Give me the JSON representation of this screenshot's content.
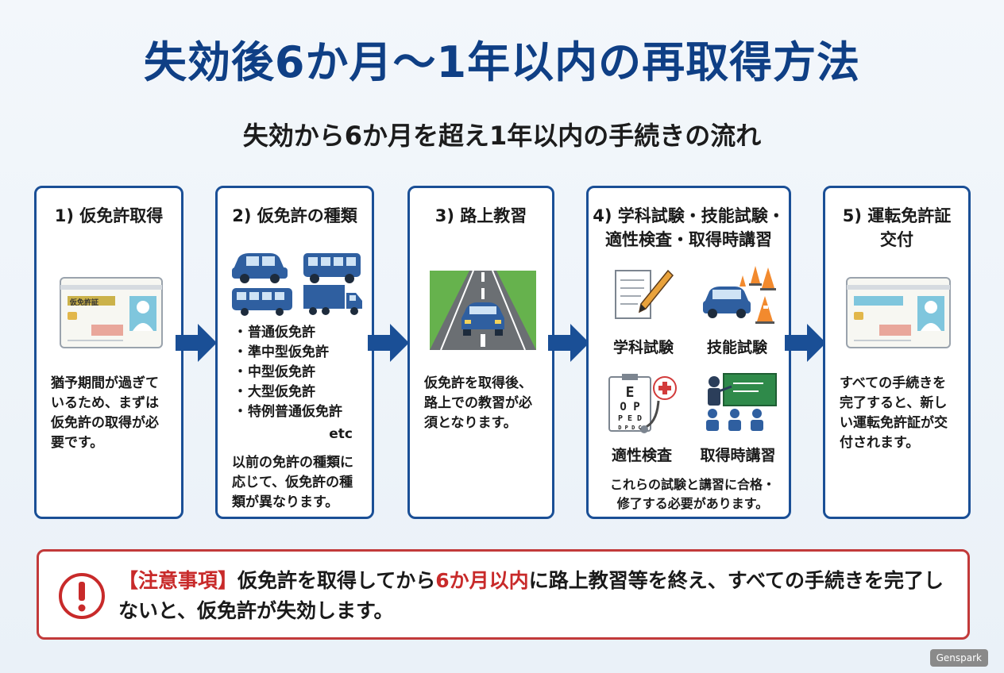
{
  "title": "失効後6か月〜1年以内の再取得方法",
  "subtitle": "失効から6か月を超え1年以内の手続きの流れ",
  "steps": [
    {
      "title": "1) 仮免許取得",
      "card_text": "仮免許証",
      "description": [
        "猶予期間が過ぎて",
        "いるため、まずは",
        "仮免許の取得が必",
        "要です。"
      ]
    },
    {
      "title": "2) 仮免許の種類",
      "types": [
        "普通仮免許",
        "準中型仮免許",
        "中型仮免許",
        "大型仮免許",
        "特例普通仮免許"
      ],
      "etc": "etc",
      "description": [
        "以前の免許の種類に",
        "応じて、仮免許の種",
        "類が異なります。"
      ]
    },
    {
      "title": "3) 路上教習",
      "description": [
        "仮免許を取得後、",
        "路上での教習が必",
        "須となります。"
      ]
    },
    {
      "title_lines": [
        "4) 学科試験・技能試験・",
        "適性検査・取得時講習"
      ],
      "labels": [
        "学科試験",
        "技能試験",
        "適性検査",
        "取得時講習"
      ],
      "eye_chart": [
        "E",
        "O P",
        "P E D",
        "D P D C"
      ],
      "description": [
        "これらの試験と講習に合格・",
        "修了する必要があります。"
      ]
    },
    {
      "title_lines": [
        "5) 運転免許証",
        "交付"
      ],
      "description": [
        "すべての手続きを",
        "完了すると、新し",
        "い運転免許証が交",
        "付されます。"
      ]
    }
  ],
  "notice": {
    "label": "【注意事項】",
    "text_before": "仮免許を取得してから",
    "highlight": "6か月以内",
    "text_after": "に路上教習等を終え、すべての手続きを完了しないと、仮免許が失効します。",
    "icon": "exclamation-icon"
  },
  "brand": "Genspark",
  "colors": {
    "title": "#0f3f85",
    "border": "#1a4f96",
    "arrow": "#1a4f96",
    "notice_border": "#c23a3a",
    "highlight": "#c82a2a"
  }
}
